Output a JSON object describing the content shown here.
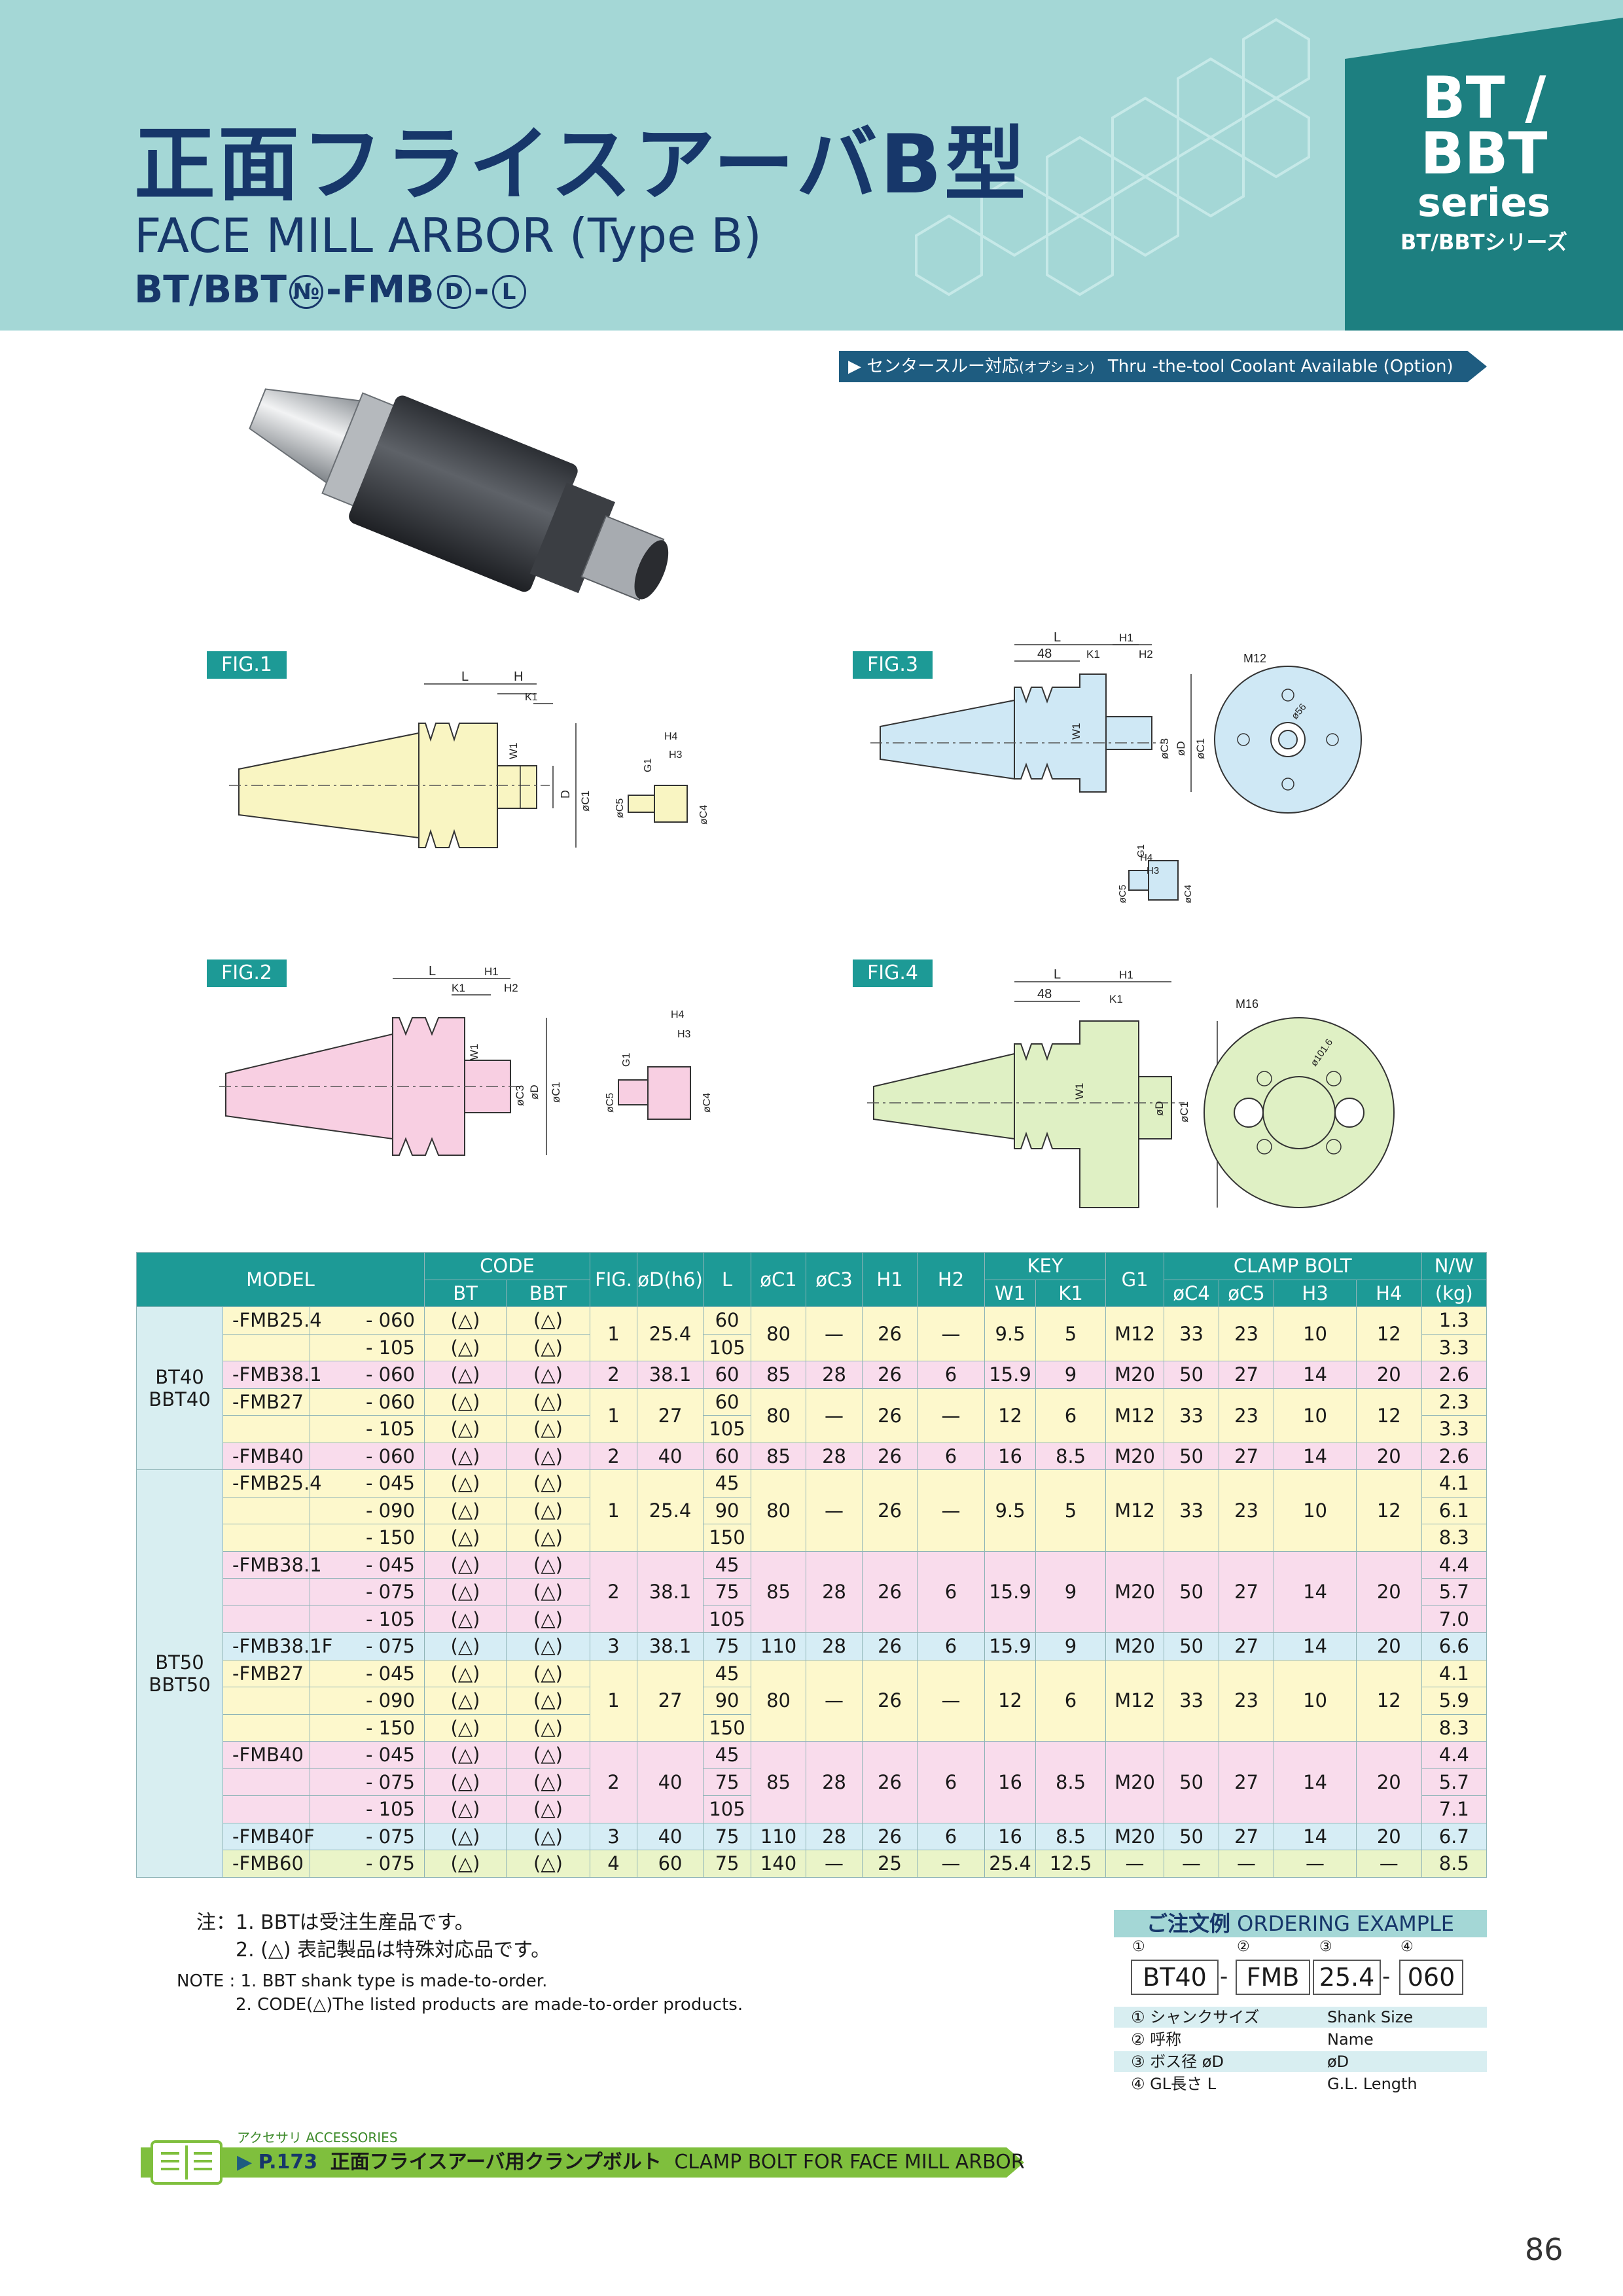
{
  "header": {
    "title_jp": "正面フライスアーバB型",
    "title_en": "FACE MILL ARBOR (Type B)",
    "code_prefix": "BT/BBT",
    "code_no": "№",
    "code_mid": "-FMB",
    "code_d": "D",
    "code_dash": "-",
    "code_l": "L",
    "series_line1": "BT /",
    "series_line2": "BBT",
    "series_line3": "series",
    "series_jp": "BT/BBTシリーズ"
  },
  "coolant_banner": {
    "jp": "センタースルー対応",
    "opt": "(オプション)",
    "en": "Thru -the-tool Coolant Available (Option)"
  },
  "figures": {
    "fig1": "FIG.1",
    "fig2": "FIG.2",
    "fig3": "FIG.3",
    "fig4": "FIG.4",
    "dims": {
      "L": "L",
      "H": "H",
      "K1": "K1",
      "W1": "W1",
      "D": "D",
      "C1": "øC1",
      "C3": "øC3",
      "C4": "øC4",
      "C5": "øC5",
      "G1": "G1",
      "H1": "H1",
      "H2": "H2",
      "H3": "H3",
      "H4": "H4",
      "D2": "øD",
      "len48": "48",
      "m12": "M12",
      "m16": "M16",
      "d56": "ø56",
      "d101": "ø101.6"
    }
  },
  "table": {
    "header_top": [
      "MODEL",
      "CODE",
      "FIG.",
      "øD(h6)",
      "L",
      "øC1",
      "øC3",
      "H1",
      "H2",
      "KEY",
      "G1",
      "CLAMP BOLT",
      "N/W"
    ],
    "header_sub": [
      "BT",
      "BBT",
      "W1",
      "K1",
      "øC4",
      "øC5",
      "H3",
      "H4",
      "(kg)"
    ],
    "sections": [
      {
        "label1": "BT40",
        "label2": "BBT40"
      },
      {
        "label1": "BT50",
        "label2": "BBT50"
      }
    ],
    "code_mark": "(△)",
    "rows": [
      {
        "m1": "-FMB25.4",
        "m2": "- 060",
        "fig": "1",
        "d": "25.4",
        "l": "60",
        "c1": "80",
        "c3": "—",
        "h1": "26",
        "h2": "—",
        "w1": "9.5",
        "k1": "5",
        "g1": "M12",
        "c4": "33",
        "c5": "23",
        "h3": "10",
        "h4": "12",
        "nw": "1.3"
      },
      {
        "m1": "",
        "m2": "- 105",
        "l": "105",
        "nw": "3.3"
      },
      {
        "m1": "-FMB38.1",
        "m2": "- 060",
        "fig": "2",
        "d": "38.1",
        "l": "60",
        "c1": "85",
        "c3": "28",
        "h1": "26",
        "h2": "6",
        "w1": "15.9",
        "k1": "9",
        "g1": "M20",
        "c4": "50",
        "c5": "27",
        "h3": "14",
        "h4": "20",
        "nw": "2.6"
      },
      {
        "m1": "-FMB27",
        "m2": "- 060",
        "fig": "1",
        "d": "27",
        "l": "60",
        "c1": "80",
        "c3": "—",
        "h1": "26",
        "h2": "—",
        "w1": "12",
        "k1": "6",
        "g1": "M12",
        "c4": "33",
        "c5": "23",
        "h3": "10",
        "h4": "12",
        "nw": "2.3"
      },
      {
        "m1": "",
        "m2": "- 105",
        "l": "105",
        "nw": "3.3"
      },
      {
        "m1": "-FMB40",
        "m2": "- 060",
        "fig": "2",
        "d": "40",
        "l": "60",
        "c1": "85",
        "c3": "28",
        "h1": "26",
        "h2": "6",
        "w1": "16",
        "k1": "8.5",
        "g1": "M20",
        "c4": "50",
        "c5": "27",
        "h3": "14",
        "h4": "20",
        "nw": "2.6"
      },
      {
        "m1": "-FMB25.4",
        "m2": "- 045",
        "fig": "1",
        "d": "25.4",
        "l": "45",
        "c1": "80",
        "c3": "—",
        "h1": "26",
        "h2": "—",
        "w1": "9.5",
        "k1": "5",
        "g1": "M12",
        "c4": "33",
        "c5": "23",
        "h3": "10",
        "h4": "12",
        "nw": "4.1"
      },
      {
        "m1": "",
        "m2": "- 090",
        "l": "90",
        "nw": "6.1"
      },
      {
        "m1": "",
        "m2": "- 150",
        "l": "150",
        "nw": "8.3"
      },
      {
        "m1": "-FMB38.1",
        "m2": "- 045",
        "fig": "2",
        "d": "38.1",
        "l": "45",
        "c1": "85",
        "c3": "28",
        "h1": "26",
        "h2": "6",
        "w1": "15.9",
        "k1": "9",
        "g1": "M20",
        "c4": "50",
        "c5": "27",
        "h3": "14",
        "h4": "20",
        "nw": "4.4"
      },
      {
        "m1": "",
        "m2": "- 075",
        "l": "75",
        "nw": "5.7"
      },
      {
        "m1": "",
        "m2": "- 105",
        "l": "105",
        "nw": "7.0"
      },
      {
        "m1": "-FMB38.1F",
        "m2": "- 075",
        "fig": "3",
        "d": "38.1",
        "l": "75",
        "c1": "110",
        "c3": "28",
        "h1": "26",
        "h2": "6",
        "w1": "15.9",
        "k1": "9",
        "g1": "M20",
        "c4": "50",
        "c5": "27",
        "h3": "14",
        "h4": "20",
        "nw": "6.6"
      },
      {
        "m1": "-FMB27",
        "m2": "- 045",
        "fig": "1",
        "d": "27",
        "l": "45",
        "c1": "80",
        "c3": "—",
        "h1": "26",
        "h2": "—",
        "w1": "12",
        "k1": "6",
        "g1": "M12",
        "c4": "33",
        "c5": "23",
        "h3": "10",
        "h4": "12",
        "nw": "4.1"
      },
      {
        "m1": "",
        "m2": "- 090",
        "l": "90",
        "nw": "5.9"
      },
      {
        "m1": "",
        "m2": "- 150",
        "l": "150",
        "nw": "8.3"
      },
      {
        "m1": "-FMB40",
        "m2": "- 045",
        "fig": "2",
        "d": "40",
        "l": "45",
        "c1": "85",
        "c3": "28",
        "h1": "26",
        "h2": "6",
        "w1": "16",
        "k1": "8.5",
        "g1": "M20",
        "c4": "50",
        "c5": "27",
        "h3": "14",
        "h4": "20",
        "nw": "4.4"
      },
      {
        "m1": "",
        "m2": "- 075",
        "l": "75",
        "nw": "5.7"
      },
      {
        "m1": "",
        "m2": "- 105",
        "l": "105",
        "nw": "7.1"
      },
      {
        "m1": "-FMB40F",
        "m2": "- 075",
        "fig": "3",
        "d": "40",
        "l": "75",
        "c1": "110",
        "c3": "28",
        "h1": "26",
        "h2": "6",
        "w1": "16",
        "k1": "8.5",
        "g1": "M20",
        "c4": "50",
        "c5": "27",
        "h3": "14",
        "h4": "20",
        "nw": "6.7"
      },
      {
        "m1": "-FMB60",
        "m2": "- 075",
        "fig": "4",
        "d": "60",
        "l": "75",
        "c1": "140",
        "c3": "—",
        "h1": "25",
        "h2": "—",
        "w1": "25.4",
        "k1": "12.5",
        "g1": "—",
        "c4": "—",
        "c5": "—",
        "h3": "—",
        "h4": "—",
        "nw": "8.5"
      }
    ]
  },
  "notes": {
    "jp_prefix": "注：",
    "jp1": "1. BBTは受注生産品です。",
    "jp2": "2. (△) 表記製品は特殊対応品です。",
    "en_prefix": "NOTE :",
    "en1": "1.  BBT shank type is made-to-order.",
    "en2": "2. CODE(△)The listed products are made-to-order products."
  },
  "ordering": {
    "title_jp": "ご注文例",
    "title_en": "ORDERING EXAMPLE",
    "nums": [
      "①",
      "②",
      "③",
      "④"
    ],
    "values": [
      "BT40",
      "FMB",
      "25.4",
      "060"
    ],
    "dash": "-",
    "rows": [
      {
        "jp": "① シャンクサイズ",
        "en": "Shank Size"
      },
      {
        "jp": "② 呼称",
        "en": "Name"
      },
      {
        "jp": "③ ボス径 øD",
        "en": "øD"
      },
      {
        "jp": "④ GL長さ L",
        "en": "G.L. Length"
      }
    ]
  },
  "footer": {
    "acc_jp": "アクセサリ",
    "acc_en": "ACCESSORIES",
    "page_ref": "P.173",
    "ref_jp": "正面フライスアーバ用クランプボルト",
    "ref_en": "CLAMP BOLT FOR FACE MILL ARBOR",
    "page_number": "86"
  },
  "colors": {
    "header_bg": "#a4d7d6",
    "series_bg": "#1d7f80",
    "title": "#17376a",
    "table_head": "#1d9a96",
    "fig1_fill": "#f9f5c2",
    "fig2_fill": "#f8cfe2",
    "fig3_fill": "#cfe8f5",
    "fig4_fill": "#dff0c4",
    "footer_green": "#7fbf3d"
  }
}
